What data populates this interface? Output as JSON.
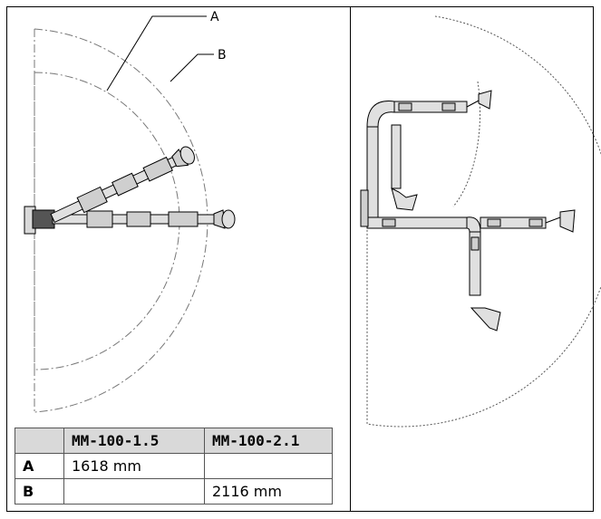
{
  "callouts": {
    "a": "A",
    "b": "B"
  },
  "table": {
    "headers": [
      "",
      "MM-100-1.5",
      "MM-100-2.1"
    ],
    "rows": [
      {
        "label": "A",
        "mm_100_1_5": "1618 mm",
        "mm_100_2_1": ""
      },
      {
        "label": "B",
        "mm_100_1_5": "",
        "mm_100_2_1": "2116 mm"
      }
    ]
  }
}
